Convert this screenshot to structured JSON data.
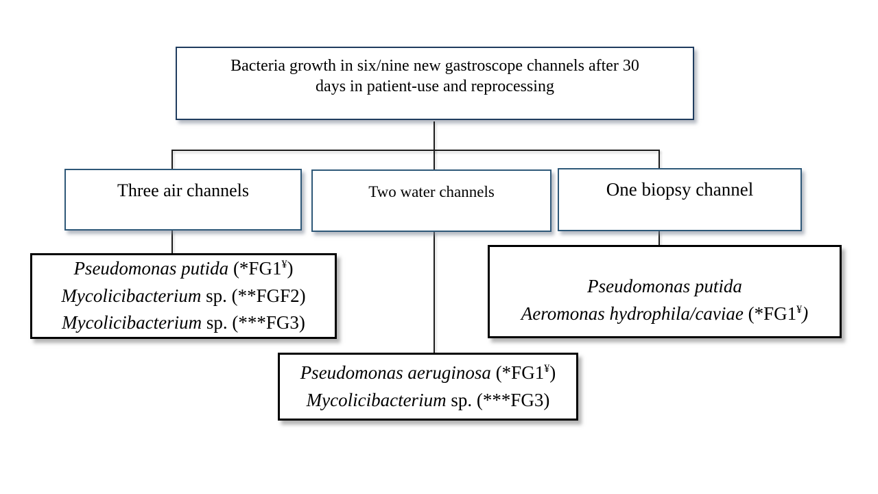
{
  "title": {
    "lines": [
      "Bacteria growth in six/nine new gastroscope channels after 30",
      "days in patient-use and reprocessing"
    ]
  },
  "branches": [
    {
      "label": "Three air channels"
    },
    {
      "label": "Two water channels"
    },
    {
      "label": "One biopsy channel"
    }
  ],
  "findings": {
    "air": {
      "lines": [
        {
          "species": "Pseudomonas putida",
          "rest": " (*FG1",
          "sup": "¥",
          "tail": ")"
        },
        {
          "species": "Mycolicibacterium",
          "rest": " sp. (**FGF2)"
        },
        {
          "species": "Mycolicibacterium",
          "rest": " sp. (***FG3)"
        }
      ]
    },
    "water": {
      "lines": [
        {
          "species": "Pseudomonas aeruginosa",
          "rest": " (*FG1",
          "sup": "¥",
          "tail": ")"
        },
        {
          "species": "Mycolicibacterium",
          "rest": " sp. (***FG3)"
        }
      ]
    },
    "biopsy": {
      "lines": [
        {
          "species": "Pseudomonas putida"
        },
        {
          "species": "Aeromonas hydrophila/caviae",
          "rest": " (*FG1",
          "sup": "¥",
          "tail": ")"
        }
      ]
    }
  },
  "colors": {
    "title_border": "#1f3c5e",
    "branch_border": "#2e5878",
    "leaf_border": "#000000",
    "connector": "#1c1c1c",
    "background": "#ffffff",
    "text": "#000000"
  }
}
